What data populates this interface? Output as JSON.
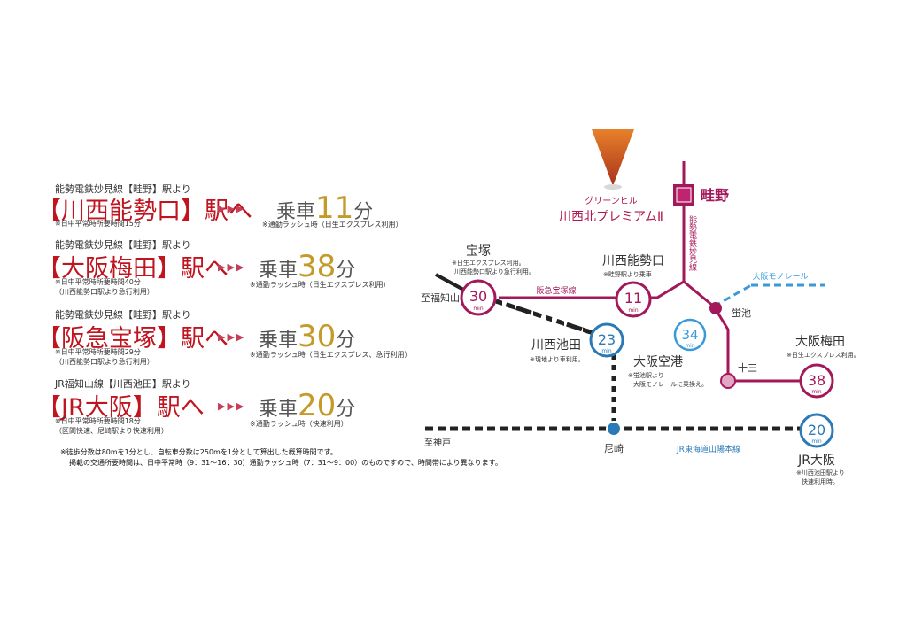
{
  "routes": [
    {
      "line": "能勢電鉄妙見線【畦野】駅より",
      "dest_open": "【",
      "dest": "川西能勢口",
      "dest_close": "】駅へ",
      "arrows": "▶▶▶",
      "ride_label": "乗車",
      "ride_num": "11",
      "ride_unit": "分",
      "note1": "※日中平常時所要時間15分",
      "note2": "",
      "rush": "※通勤ラッシュ時（日生エクスプレス利用）"
    },
    {
      "line": "能勢電鉄妙見線【畦野】駅より",
      "dest_open": "【",
      "dest": "大阪梅田",
      "dest_close": "】駅へ",
      "arrows": "▶▶▶",
      "ride_label": "乗車",
      "ride_num": "38",
      "ride_unit": "分",
      "note1": "※日中平常時所要時間40分",
      "note2": "（川西能勢口駅より急行利用）",
      "rush": "※通勤ラッシュ時（日生エクスプレス利用）"
    },
    {
      "line": "能勢電鉄妙見線【畦野】駅より",
      "dest_open": "【",
      "dest": "阪急宝塚",
      "dest_close": "】駅へ",
      "arrows": "▶▶▶",
      "ride_label": "乗車",
      "ride_num": "30",
      "ride_unit": "分",
      "note1": "※日中平常時所要時間29分",
      "note2": "（川西能勢口駅より急行利用）",
      "rush": "※通勤ラッシュ時（日生エクスプレス、急行利用）"
    },
    {
      "line": "JR福知山線【川西池田】駅より",
      "dest_open": "【",
      "dest": "JR大阪",
      "dest_close": "】駅へ",
      "arrows": "▶▶▶",
      "ride_label": "乗車",
      "ride_num": "20",
      "ride_unit": "分",
      "note1": "※日中平常時所要時間18分",
      "note2": "（区間快速、尼崎駅より快速利用）",
      "rush": "※通勤ラッシュ時（快速利用）"
    }
  ],
  "footnotes": {
    "line1": "※徒歩分数は80mを1分とし、自転車分数は250mを1分として算出した概算時間です。",
    "line2": "掲載の交通所要時間は、日中平常時（9：31〜16：30）通勤ラッシュ時（7：31〜9：00）のものですので、時間帯により異なります。"
  },
  "map": {
    "property_name_1": "グリーンヒル",
    "property_name_2": "川西北プレミアムⅡ",
    "origin_station": "畦野",
    "origin_line_vertical": "能勢電鉄妙見線",
    "hankyu_takarazuka_line": "阪急宝塚線",
    "monorail_line": "大阪モノレール",
    "jr_line": "JR東海道山陽本線",
    "to_fukuchiyama": "至福知山",
    "to_kobe": "至神戸",
    "min": "min",
    "stations": {
      "takarazuka": {
        "name": "宝塚",
        "minutes": "30",
        "note1": "※日生エクスプレス利用。",
        "note2": "川西能勢口駅より急行利用。"
      },
      "kawanishinoseguchi": {
        "name": "川西能勢口",
        "minutes": "11",
        "note1": "※畦野駅より乗車"
      },
      "hotarugaike": {
        "name": "蛍池"
      },
      "osaka_airport": {
        "name": "大阪空港",
        "minutes": "34",
        "note1": "※蛍池駅より",
        "note2": "大阪モノレールに乗換え。"
      },
      "kawanishiikeda": {
        "name": "川西池田",
        "minutes": "23",
        "note1": "※現地より車利用。"
      },
      "juso": {
        "name": "十三"
      },
      "osaka_umeda": {
        "name": "大阪梅田",
        "minutes": "38",
        "note1": "※日生エクスプレス利用。"
      },
      "amagasaki": {
        "name": "尼崎"
      },
      "jr_osaka": {
        "name": "JR大阪",
        "minutes": "20",
        "note1": "※川西池田駅より",
        "note2": "快速利用時。"
      }
    },
    "colors": {
      "hankyu": "#a3185a",
      "monorail": "#3a9ad9",
      "jr_circle": "#2a7ab8",
      "hankyu_circle": "#a3185a",
      "accent_red": "#c0141e",
      "gold": "#c49a2a"
    }
  }
}
